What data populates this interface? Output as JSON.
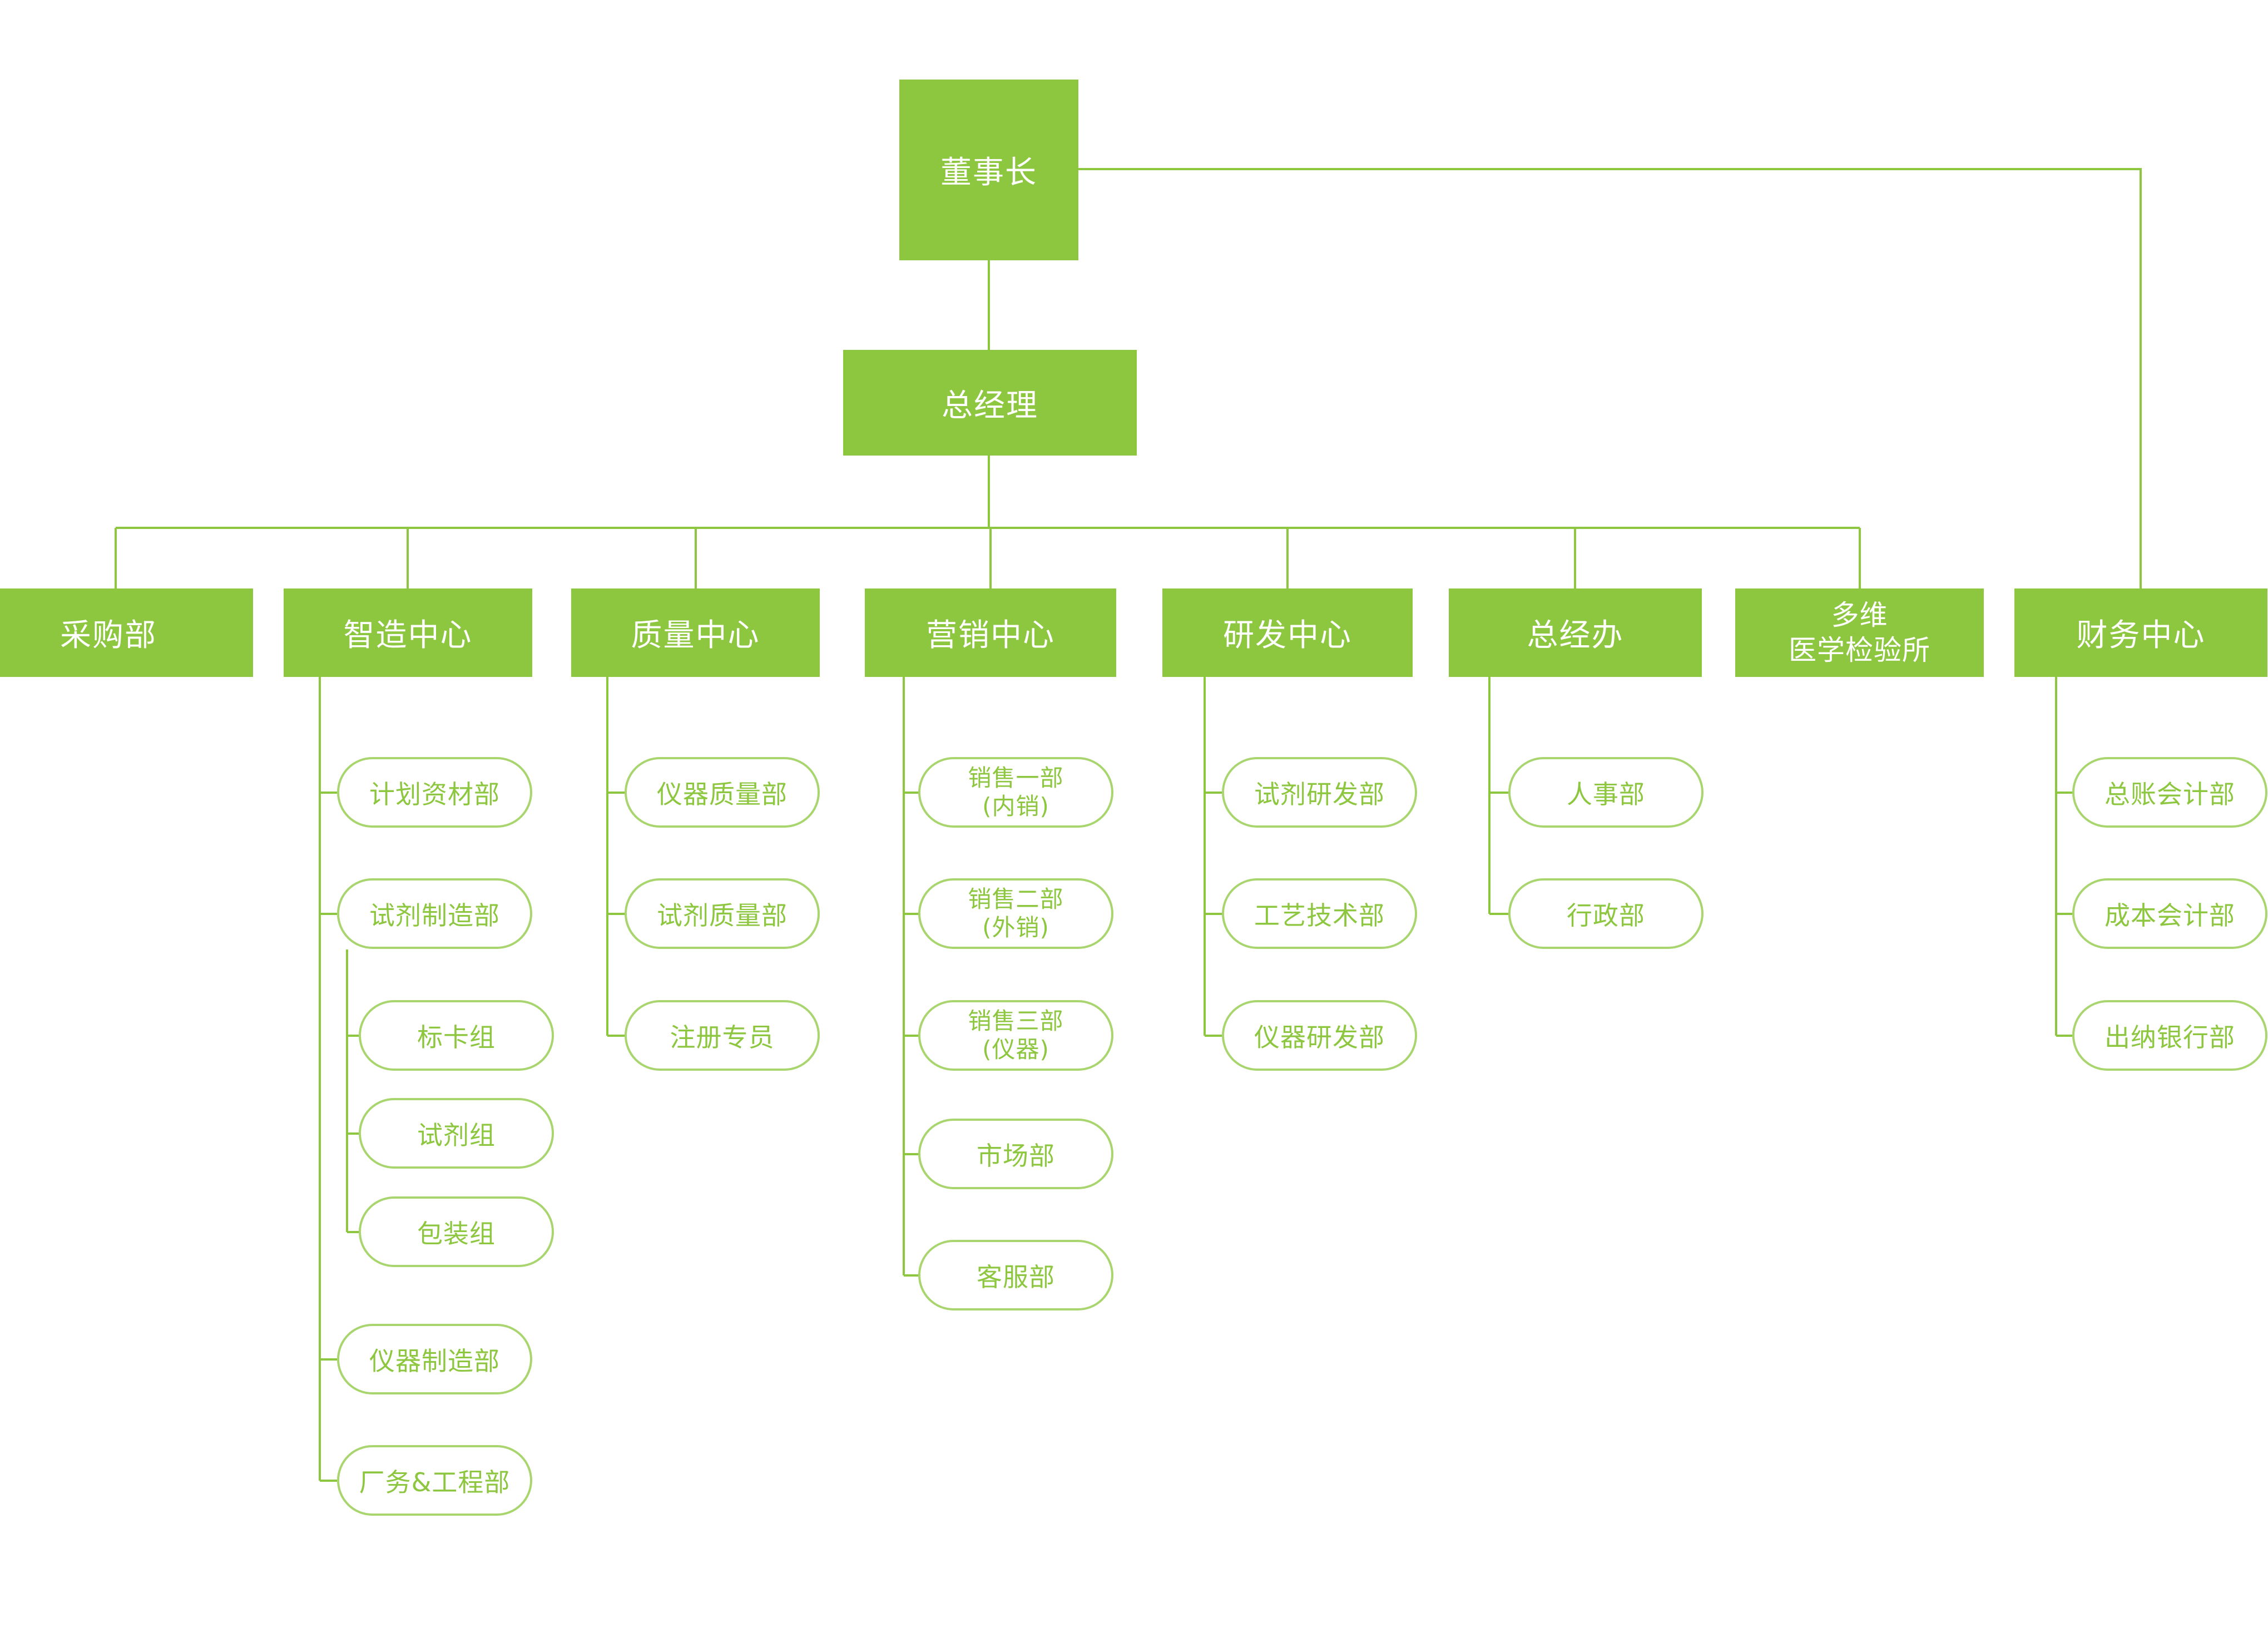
{
  "colors": {
    "accent_green": "#8dc63f",
    "pill_border_green": "#a8d56e",
    "box_text": "#ffffff"
  },
  "org": {
    "chairman": {
      "label": "董事长"
    },
    "general_manager": {
      "label": "总经理"
    },
    "departments": [
      {
        "label": "采购部",
        "children": []
      },
      {
        "label": "智造中心",
        "children": [
          {
            "label": "计划资材部"
          },
          {
            "label": "试剂制造部",
            "children": [
              {
                "label": "标卡组"
              },
              {
                "label": "试剂组"
              },
              {
                "label": "包装组"
              }
            ]
          },
          {
            "label": "仪器制造部"
          },
          {
            "label": "厂务&工程部"
          }
        ]
      },
      {
        "label": "质量中心",
        "children": [
          {
            "label": "仪器质量部"
          },
          {
            "label": "试剂质量部"
          },
          {
            "label": "注册专员"
          }
        ]
      },
      {
        "label": "营销中心",
        "children": [
          {
            "label": "销售一部",
            "sublabel": "(内销)"
          },
          {
            "label": "销售二部",
            "sublabel": "(外销)"
          },
          {
            "label": "销售三部",
            "sublabel": "(仪器)"
          },
          {
            "label": "市场部"
          },
          {
            "label": "客服部"
          }
        ]
      },
      {
        "label": "研发中心",
        "children": [
          {
            "label": "试剂研发部"
          },
          {
            "label": "工艺技术部"
          },
          {
            "label": "仪器研发部"
          }
        ]
      },
      {
        "label": "总经办",
        "children": [
          {
            "label": "人事部"
          },
          {
            "label": "行政部"
          }
        ]
      },
      {
        "label": "多维",
        "label2": "医学检验所",
        "children": []
      },
      {
        "label": "财务中心",
        "children": [
          {
            "label": "总账会计部"
          },
          {
            "label": "成本会计部"
          },
          {
            "label": "出纳银行部"
          }
        ]
      }
    ]
  }
}
